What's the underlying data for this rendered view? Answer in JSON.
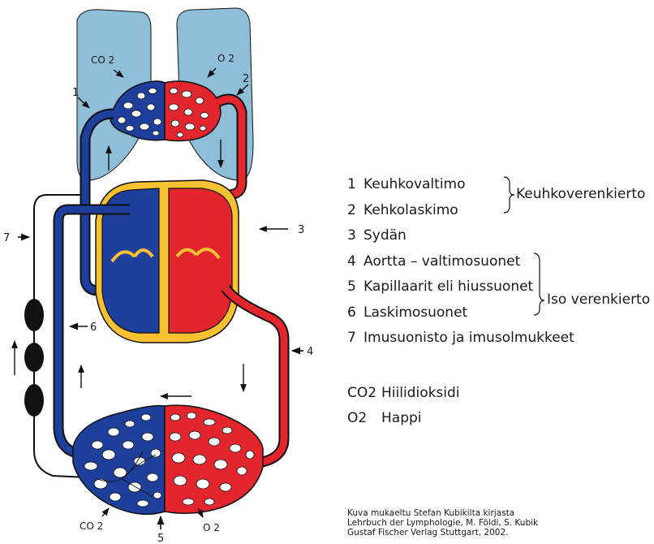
{
  "colors": {
    "lung": "#8FBFD8",
    "deoxygenated": "#1F3F9C",
    "oxygenated": "#E3262D",
    "heart_septum": "#F8C132",
    "outline": "#111111"
  },
  "diagram_labels": {
    "co2_top": "CO 2",
    "o2_top": "O 2",
    "n1": "1",
    "n2": "2",
    "n3": "3",
    "n4": "4",
    "n5": "5",
    "n6": "6",
    "n7": "7",
    "co2_bottom": "CO 2",
    "o2_bottom": "O 2"
  },
  "legend": [
    {
      "num": "1",
      "text": "Keuhkovaltimo"
    },
    {
      "num": "2",
      "text": "Kehkolaskimo"
    },
    {
      "num": "3",
      "text": "Sydän"
    },
    {
      "num": "4",
      "text": "Aortta – valtimosuonet"
    },
    {
      "num": "5",
      "text": "Kapillaarit eli hiussuonet"
    },
    {
      "num": "6",
      "text": "Laskimosuonet"
    },
    {
      "num": "7",
      "text": "Imusuonisto ja imusolmukkeet"
    }
  ],
  "groups": {
    "pulmonary": "Keuhkoverenkierto",
    "systemic": "Iso verenkierto"
  },
  "gases": {
    "co2_code": "CO2",
    "co2_name": "Hiilidioksidi",
    "o2_code": "O2",
    "o2_name": "Happi"
  },
  "credit": {
    "line1": "Kuva mukaeltu Stefan Kubikilta kirjasta",
    "line2": "Lehrbuch der Lymphologie, M. Földi, S. Kubik",
    "line3": "Gustaf Fischer Verlag Stuttgart, 2002."
  }
}
